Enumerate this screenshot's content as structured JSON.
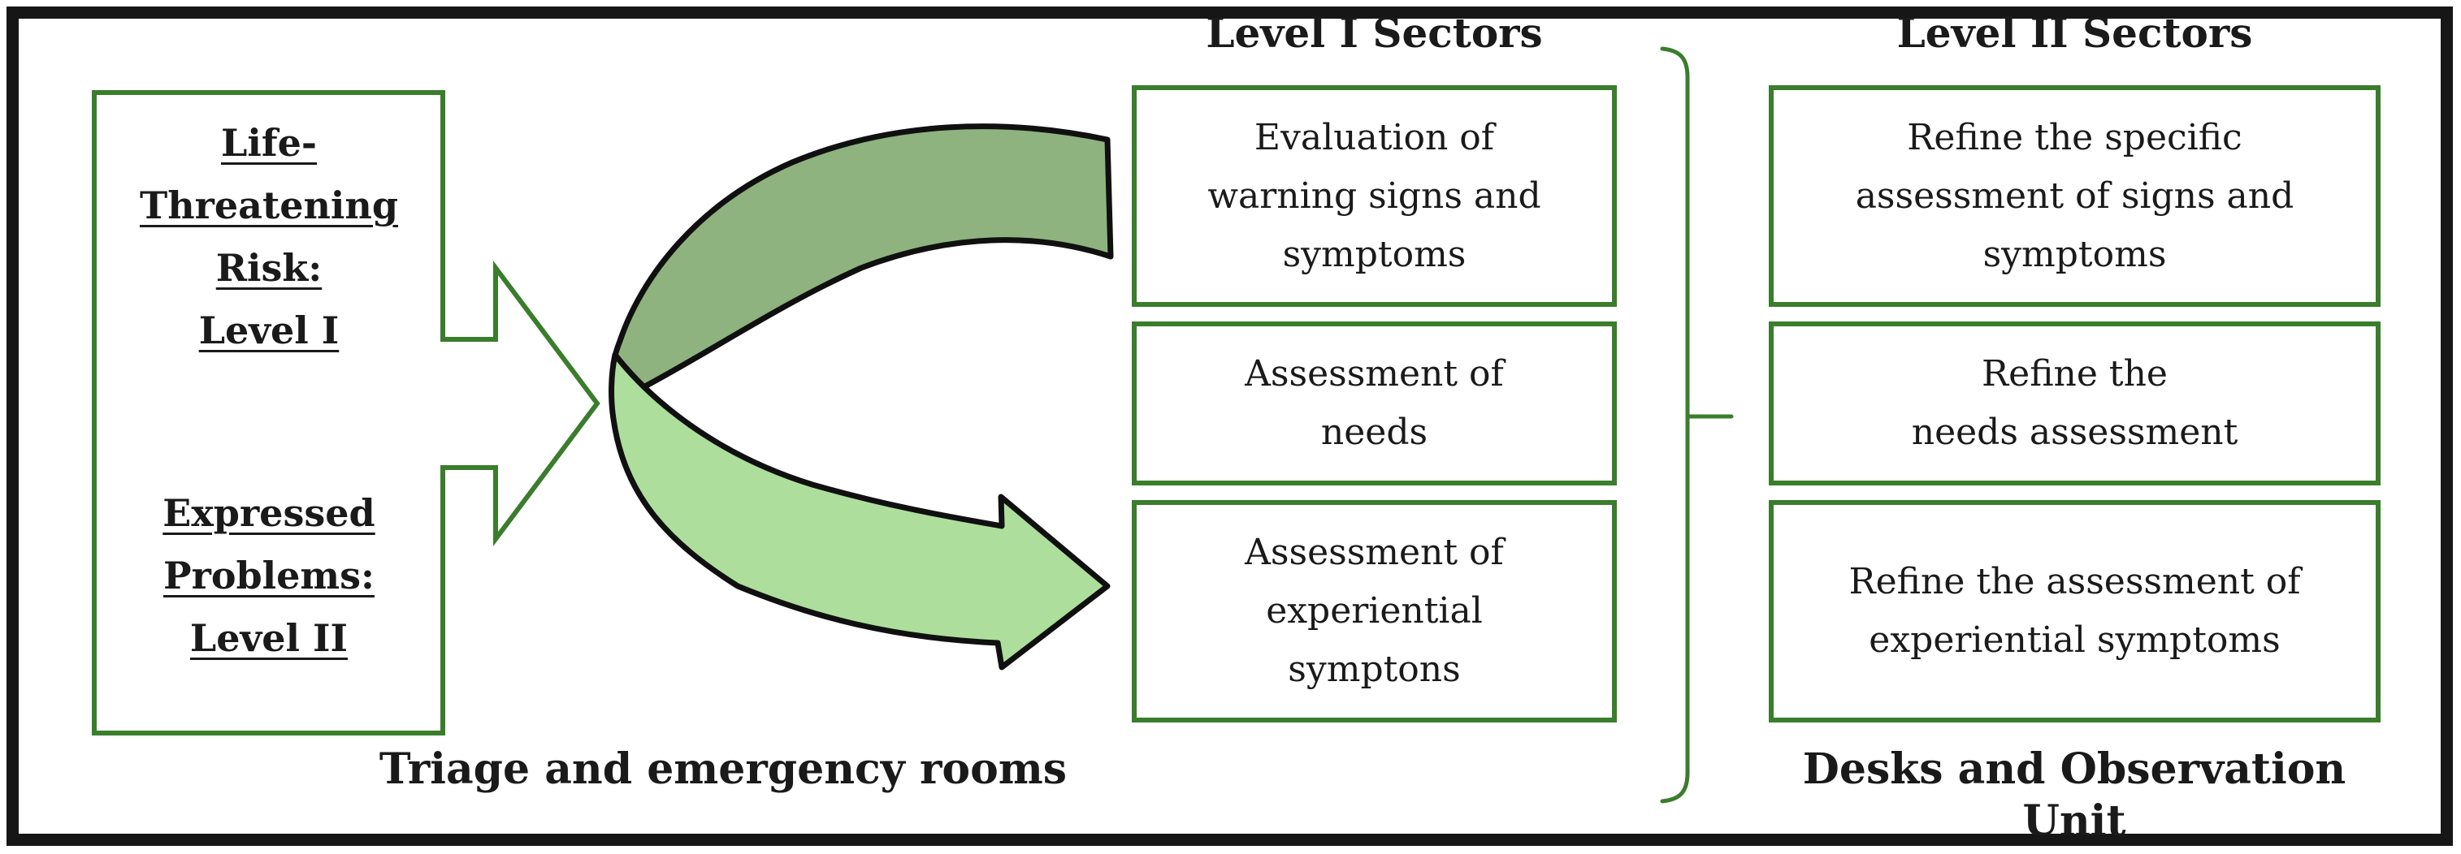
{
  "figure": {
    "left_panel": {
      "risk_label": "Life-\nThreatening\nRisk:\nLevel I",
      "problems_label": "Expressed\nProblems:\nLevel II"
    },
    "level1_column": {
      "header": "Level I Sectors",
      "boxes": [
        {
          "text": "Evaluation of\nwarning signs and\nsymptoms"
        },
        {
          "text": "Assessment of\nneeds"
        },
        {
          "text": "Assessment of\nexperiential\nsymptons"
        }
      ],
      "footer": "Triage and emergency rooms"
    },
    "level2_column": {
      "header": "Level II Sectors",
      "boxes": [
        {
          "text": "Refine the specific\nassessment of signs and\nsymptoms"
        },
        {
          "text": "Refine the\nneeds assessment"
        },
        {
          "text": "Refine the assessment of\nexperiential symptoms"
        }
      ],
      "footer": "Desks and Observation Unit"
    },
    "icons": {
      "block_arrow": "hollow-right-block-arrow",
      "cycle_arrow_top": "dark-green-curved-band",
      "cycle_arrow_bottom": "light-green-curved-arrow",
      "brace": "grouping-brace"
    },
    "colors": {
      "outline_green": "#3a7d2c",
      "band_dark_green": "#8fb37f",
      "band_light_green": "#aede9c",
      "stroke_black": "#101010",
      "frame_black": "#161616",
      "text_black": "#1a1a1a"
    }
  }
}
